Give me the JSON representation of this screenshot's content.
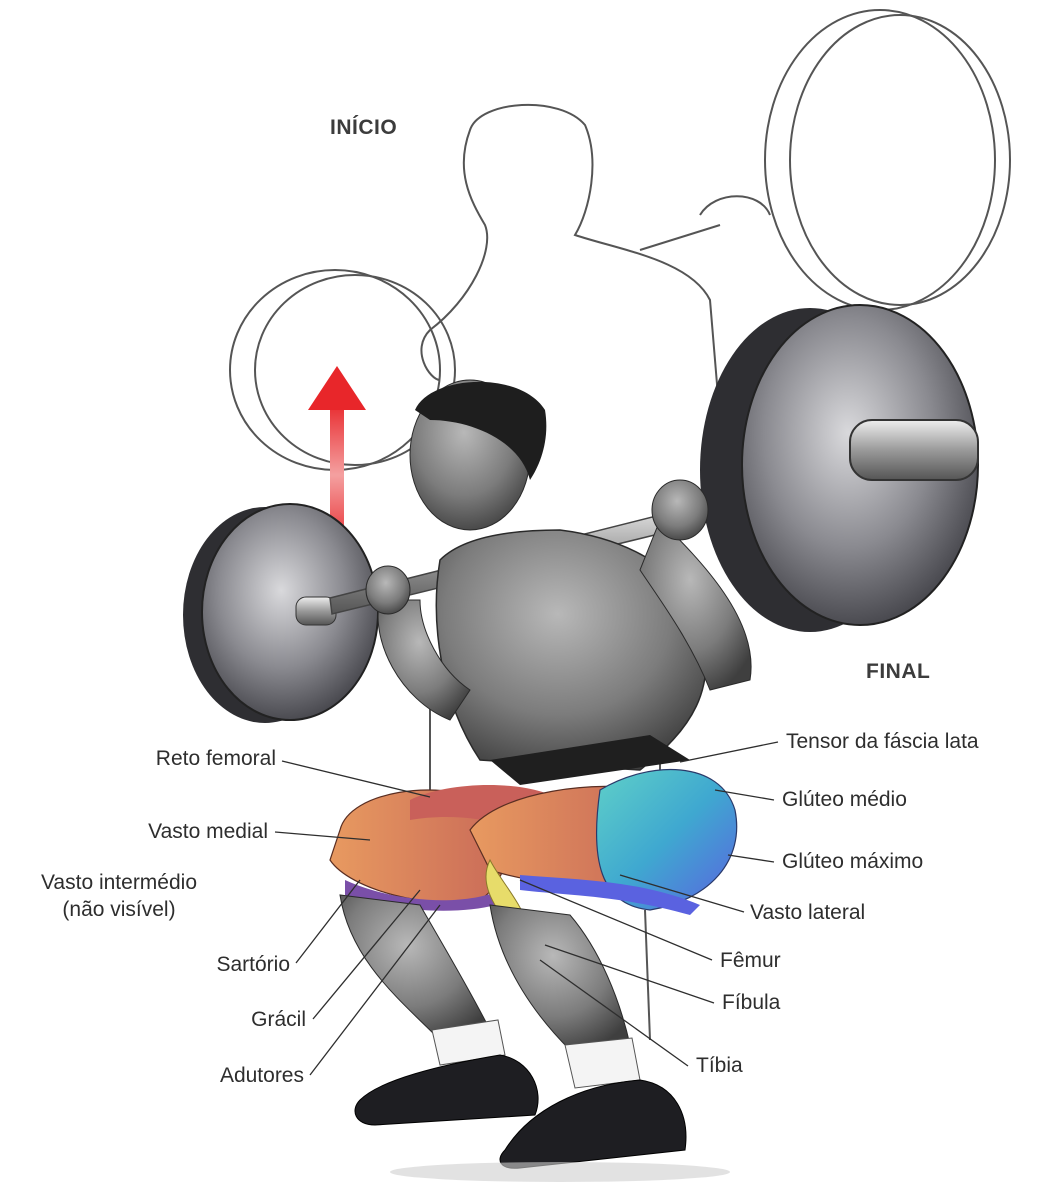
{
  "phases": {
    "start": "INÍCIO",
    "end": "FINAL"
  },
  "labels_left": {
    "reto_femoral": "Reto femoral",
    "vasto_medial": "Vasto medial",
    "vasto_intermedio_l1": "Vasto intermédio",
    "vasto_intermedio_l2": "(não visível)",
    "sartorio": "Sartório",
    "gracil": "Grácil",
    "adutores": "Adutores"
  },
  "labels_right": {
    "tensor": "Tensor da fáscia lata",
    "gluteo_medio": "Glúteo médio",
    "gluteo_maximo": "Glúteo máximo",
    "vasto_lateral": "Vasto lateral",
    "femur": "Fêmur",
    "fibula": "Fíbula",
    "tibia": "Tíbia"
  },
  "colors": {
    "arrow": "#e8262a",
    "quadriceps": "#d9835a",
    "rectus_femoris": "#c9605a",
    "gluteus_medius": "#3fb8c9",
    "gluteus_maximus": "#5a6ee0",
    "adductors": "#7a4fa8",
    "bone": "#e7dc6a",
    "skin": "#8a8a8a",
    "plate": "#6e6e74"
  }
}
